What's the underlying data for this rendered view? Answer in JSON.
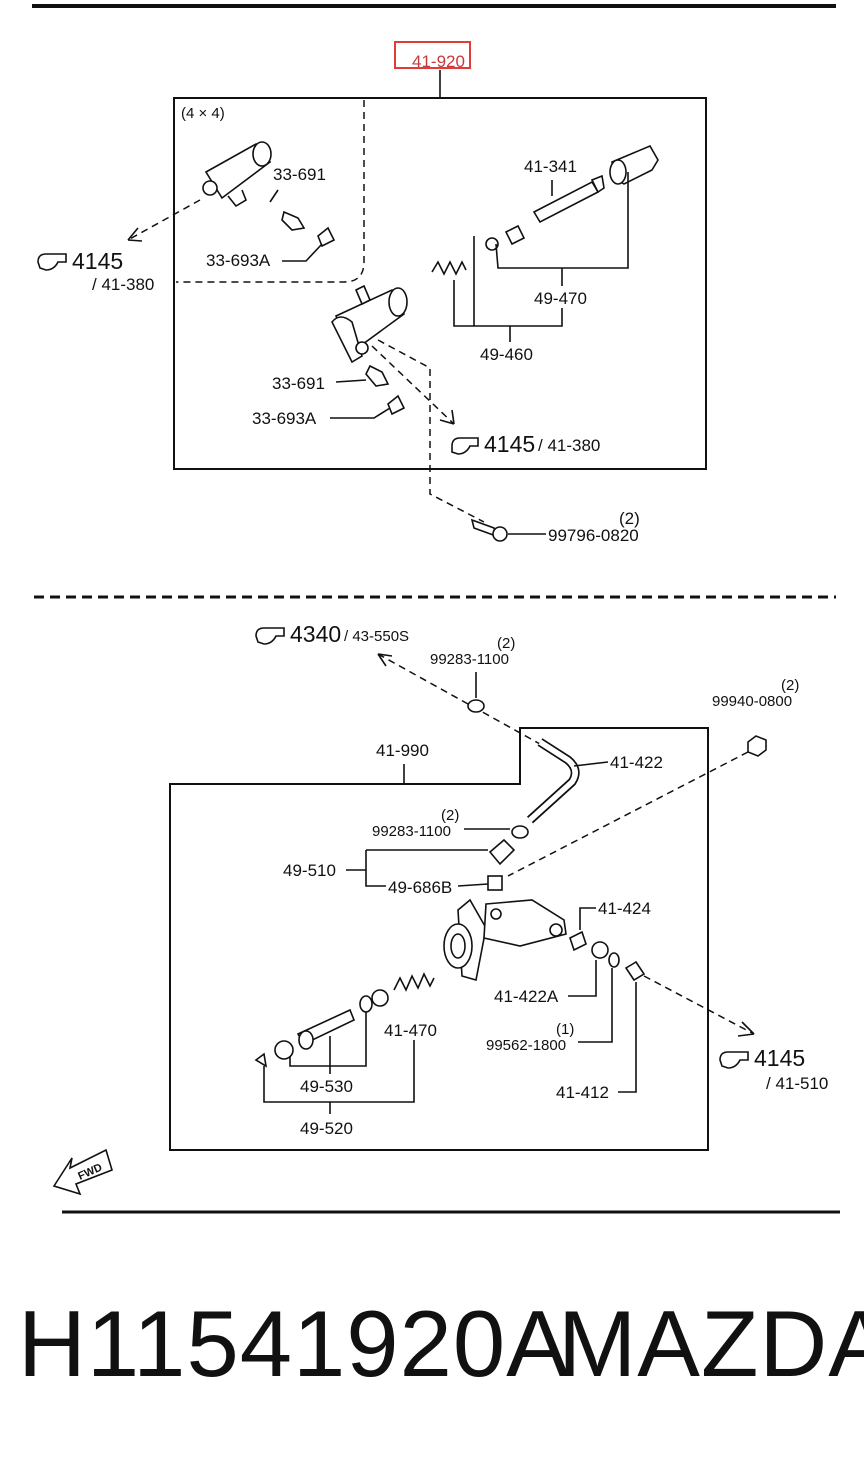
{
  "diagram": {
    "highlight_part": "41-920",
    "upper_group_label": "(4 × 4)",
    "upper_labels": {
      "a_33_691": "33-691",
      "a_33_693A": "33-693A",
      "ref_4145_left": "4145",
      "ref_41_380_left": "/ 41-380",
      "p_41_341": "41-341",
      "p_49_470": "49-470",
      "p_49_460": "49-460",
      "b_33_691": "33-691",
      "b_33_693A": "33-693A",
      "ref_4145_mid": "4145",
      "ref_41_380_mid": "/ 41-380",
      "bolt": "99796-0820",
      "bolt_qty": "(2)"
    },
    "lower_labels": {
      "ref_4340": "4340",
      "ref_43_550S": "/ 43-550S",
      "clamp_top": "99283-1100",
      "clamp_top_qty": "(2)",
      "nut": "99940-0800",
      "nut_qty": "(2)",
      "p_41_990": "41-990",
      "p_41_422": "41-422",
      "clamp_mid": "99283-1100",
      "clamp_mid_qty": "(2)",
      "p_49_510": "49-510",
      "p_49_686B": "49-686B",
      "p_41_424": "41-424",
      "p_41_422A": "41-422A",
      "p_99562": "99562-1800",
      "p_99562_qty": "(1)",
      "p_41_470": "41-470",
      "ref_4145": "4145",
      "ref_41_510": "/ 41-510",
      "p_41_412": "41-412",
      "p_49_530": "49-530",
      "p_49_520": "49-520",
      "fwd": "FWD"
    }
  },
  "footer": {
    "part_number": "H11541920A",
    "brand": "MAZDA"
  }
}
